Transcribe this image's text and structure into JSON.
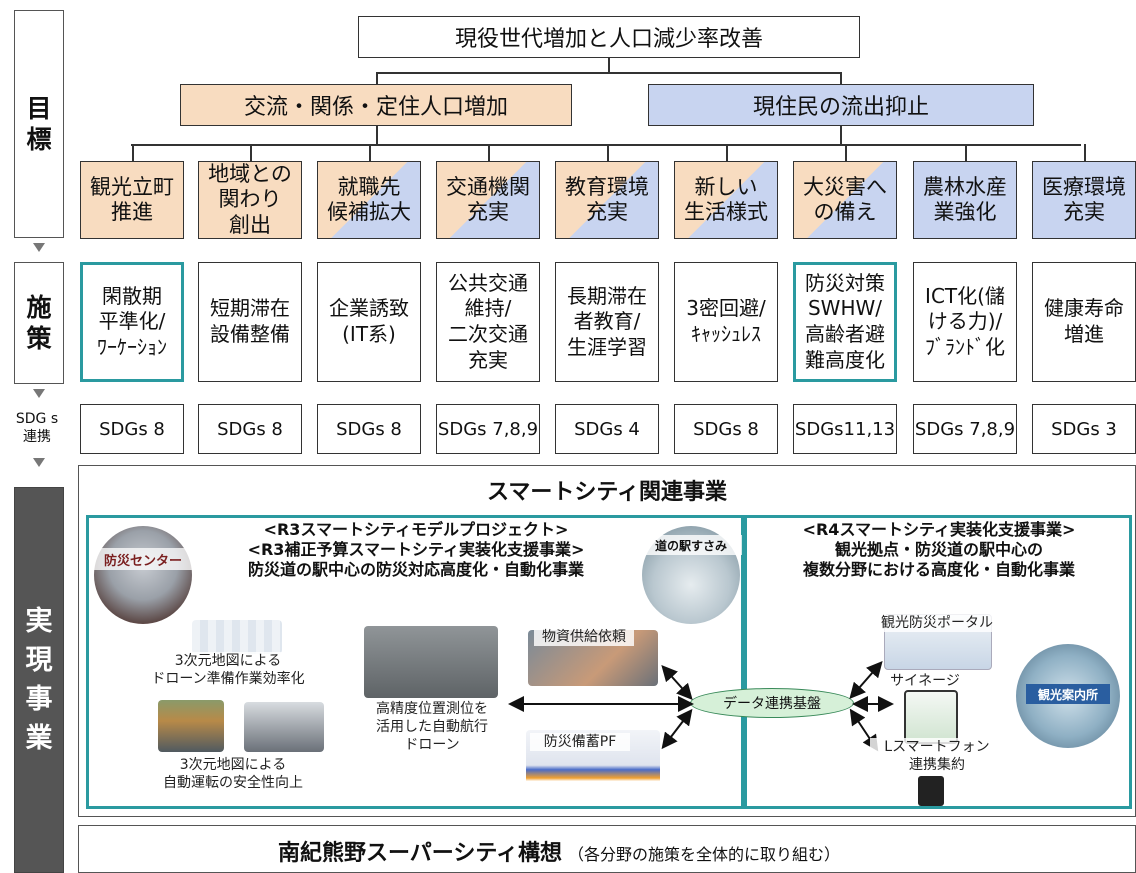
{
  "side_labels": {
    "goals": "目\n標",
    "measures": "施\n策",
    "sdgs": "SDG s\n連携",
    "implementation": "実\n現\n事\n業"
  },
  "top_goal": "現役世代増加と人口減少率改善",
  "sub_goals": [
    {
      "label": "交流・関係・定住人口増加",
      "color": "#f8dcc0"
    },
    {
      "label": "現住民の流出抑止",
      "color": "#c8d4f0"
    }
  ],
  "goals": [
    {
      "label": "観光立町\n推進",
      "style": "orange"
    },
    {
      "label": "地域との\n関わり\n創出",
      "style": "orange"
    },
    {
      "label": "就職先\n候補拡大",
      "style": "split"
    },
    {
      "label": "交通機関\n充実",
      "style": "split"
    },
    {
      "label": "教育環境\n充実",
      "style": "split"
    },
    {
      "label": "新しい\n生活様式",
      "style": "split"
    },
    {
      "label": "大災害へ\nの備え",
      "style": "split"
    },
    {
      "label": "農林水産\n業強化",
      "style": "blue"
    },
    {
      "label": "医療環境\n充実",
      "style": "blue"
    }
  ],
  "measures": [
    {
      "label": "閑散期\n平準化/\nﾜｰｹｰｼｮﾝ",
      "highlight": true
    },
    {
      "label": "短期滞在\n設備整備",
      "highlight": false
    },
    {
      "label": "企業誘致\n(IT系)",
      "highlight": false
    },
    {
      "label": "公共交通\n維持/\n二次交通\n充実",
      "highlight": false
    },
    {
      "label": "長期滞在\n者教育/\n生涯学習",
      "highlight": false
    },
    {
      "label": "3密回避/\nｷｬｯｼｭﾚｽ",
      "highlight": false
    },
    {
      "label": "防災対策\nSWHW/\n高齢者避\n難高度化",
      "highlight": true
    },
    {
      "label": "ICT化(儲\nける力)/\nﾌﾞﾗﾝﾄﾞ化",
      "highlight": false
    },
    {
      "label": "健康寿命\n増進",
      "highlight": false
    }
  ],
  "sdgs": [
    "SDGs 8",
    "SDGs 8",
    "SDGs 8",
    "SDGs 7,8,9",
    "SDGs 4",
    "SDGs 8",
    "SDGs11,13",
    "SDGs 7,8,9",
    "SDGs 3"
  ],
  "smart_city": {
    "title": "スマートシティ関連事業",
    "r3_title": "<R3スマートシティモデルプロジェクト>\n<R3補正予算スマートシティ実装化支援事業>\n防災道の駅中心の防災対応高度化・自動化事業",
    "r4_title": "<R4スマートシティ実装化支援事業>\n観光拠点・防災道の駅中心の\n複数分野における高度化・自動化事業",
    "photo_disaster_center": "防災センター",
    "photo_michinoeki": "道の駅すさみ",
    "label_drone_prep": "3次元地図による\nドローン準備作業効率化",
    "label_auto_drive": "3次元地図による\n自動運転の安全性向上",
    "label_drone_flight": "高精度位置測位を\n活用した自動航行\nドローン",
    "label_supply": "物資供給依頼",
    "label_disaster_pf": "防災備蓄PF",
    "label_data_platform": "データ連携基盤",
    "label_portal": "観光防災ポータル",
    "label_signage": "サイネージ",
    "label_smartphone": "Lスマートフォン\n連携集約",
    "label_tourist_info": "観光案内所"
  },
  "bottom": {
    "title": "南紀熊野スーパーシティ構想",
    "subtitle": "（各分野の施策を全体的に取り組む）"
  },
  "colors": {
    "orange": "#f8dcc0",
    "blue": "#c8d4f0",
    "teal": "#2a9aa0"
  }
}
